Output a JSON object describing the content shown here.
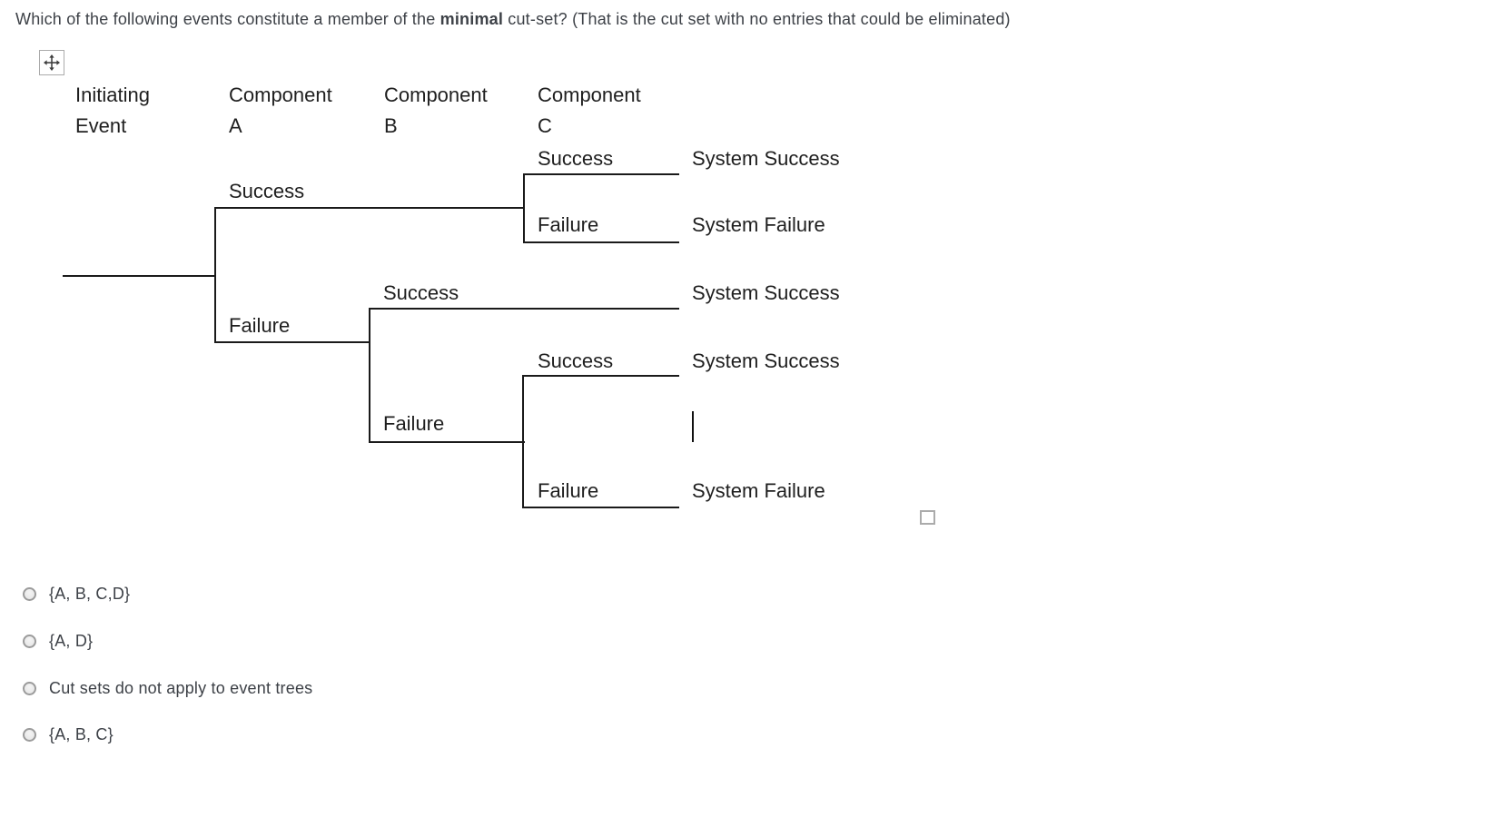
{
  "question": {
    "prefix": "Which of the following events constitute a member of the ",
    "bold": "minimal",
    "suffix": " cut-set? (That is the cut set with no entries that could be eliminated)"
  },
  "tree": {
    "columns": [
      {
        "line1": "Initiating",
        "line2": "Event"
      },
      {
        "line1": "Component",
        "line2": "A"
      },
      {
        "line1": "Component",
        "line2": "B"
      },
      {
        "line1": "Component",
        "line2": "C"
      }
    ],
    "branches": {
      "a_success": "Success",
      "a_failure": "Failure",
      "b_success": "Success",
      "b_failure": "Failure",
      "c_top_success": "Success",
      "c_top_failure": "Failure",
      "c_bottom_success": "Success",
      "c_bottom_failure": "Failure"
    },
    "outcomes": {
      "row1": "System Success",
      "row2": "System Failure",
      "row3": "System Success",
      "row4": "System Success",
      "row5": "System Failure"
    }
  },
  "icons": {
    "move_handle": "move-icon (4-way arrow cross)",
    "empty_checkbox": "checkbox-unchecked",
    "text_cursor": "text insertion caret"
  },
  "options": [
    {
      "label": "{A, B, C,D}"
    },
    {
      "label": "{A, D}"
    },
    {
      "label": "Cut sets do not apply to event trees"
    },
    {
      "label": "{A, B, C}"
    }
  ],
  "colors": {
    "background": "#ffffff",
    "tree_line": "#1a1a1a",
    "tree_text": "#1f1f1f",
    "body_text": "#3d4147",
    "radio_border": "#9b9b9b",
    "radio_fill": "#e9e9e9",
    "handle_border": "#ababab"
  }
}
